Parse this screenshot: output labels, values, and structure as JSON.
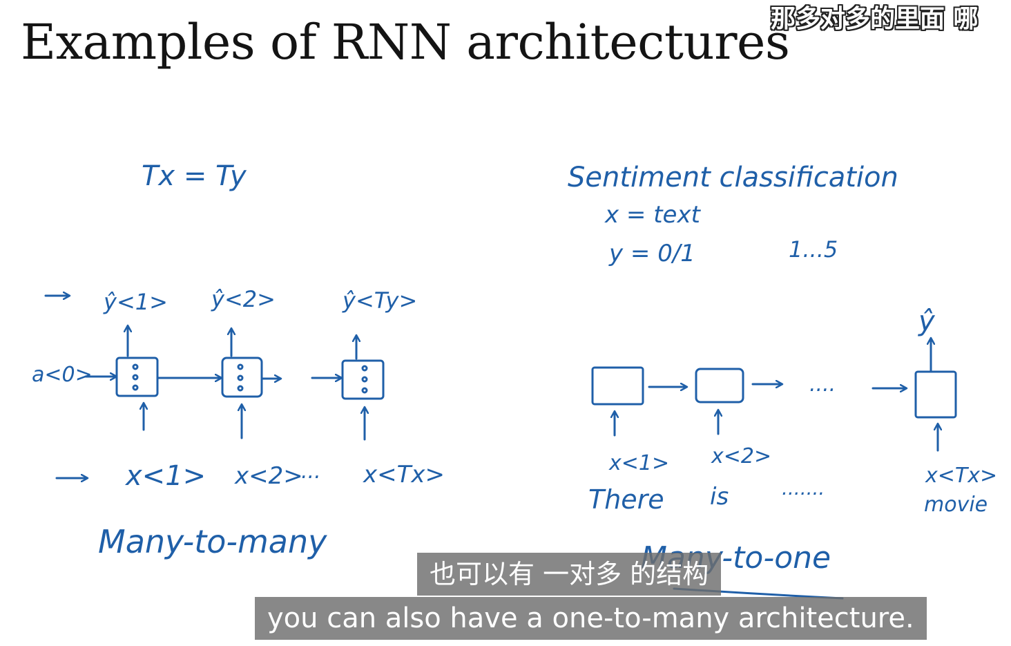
{
  "slide": {
    "title": "Examples of RNN architectures"
  },
  "captions": {
    "top": "那多对多的里面 哪",
    "subtitle_zh": "也可以有 一对多 的结构",
    "subtitle_en": "you can also have a one-to-many architecture."
  },
  "left_diagram": {
    "heading": "Tx = Ty",
    "initial_activation": "a<0>",
    "outputs": [
      "ŷ<1>",
      "ŷ<2>",
      "ŷ<Ty>"
    ],
    "inputs": [
      "x<1>",
      "x<2>",
      "x<Tx>"
    ],
    "ellipsis": "...",
    "label": "Many-to-many"
  },
  "right_diagram": {
    "heading": "Sentiment classification",
    "x_def": "x = text",
    "y_def": "y = 0/1",
    "y_range": "1...5",
    "output": "ŷ",
    "inputs": [
      "x<1>",
      "x<2>",
      "x<Tx>"
    ],
    "words": [
      "There",
      "is",
      "movie"
    ],
    "ellipsis": ".......",
    "arrow_dots": "....",
    "label": "Many-to-one"
  },
  "colors": {
    "ink": "#1f5fa8",
    "title_text": "#141414",
    "subtitle_background": "#6e6e6e",
    "subtitle_text": "#ffffff"
  }
}
